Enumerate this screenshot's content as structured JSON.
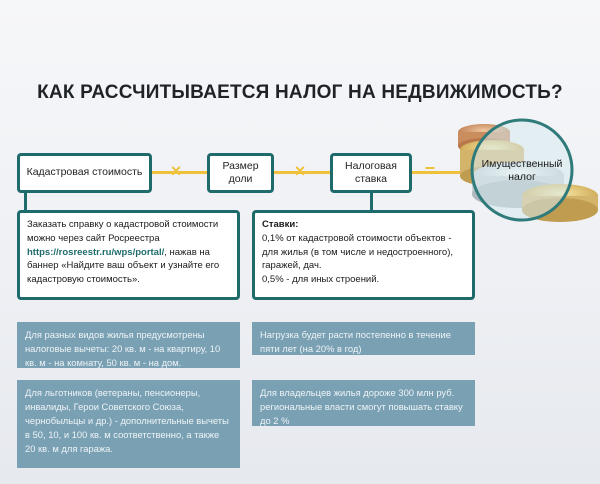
{
  "title": "КАК РАССЧИТЫВАЕТСЯ НАЛОГ НА НЕДВИЖИМОСТЬ?",
  "formula": {
    "steps": [
      {
        "label": "Кадастровая стоимость"
      },
      {
        "label": "Размер доли"
      },
      {
        "label": "Налоговая ставка"
      },
      {
        "label": "Имущественный налог"
      }
    ],
    "operators": [
      "×",
      "×",
      "="
    ]
  },
  "cadastral_info": {
    "text_before": "Заказать справку о кадастровой стоимости можно через сайт Росреестра ",
    "link": "https://rosreestr.ru/wps/portal/",
    "text_after": ", нажав на баннер «Найдите ваш объект и узнайте его кадастровую стоимость»."
  },
  "rates_info": {
    "heading": "Ставки:",
    "line1": "0,1% от кадастровой стоимости объектов - для жилья (в том числе и недостроенного), гаражей, дач.",
    "line2": "0,5% - для иных строений."
  },
  "notes": [
    {
      "text": "Для разных видов жилья предусмотрены налоговые вычеты: 20 кв. м - на квартиру, 10 кв. м - на комнату, 50 кв. м - на дом."
    },
    {
      "text": "Нагрузка будет расти постепенно в течение пяти лет (на 20% в год)"
    },
    {
      "text": "Для льготников (ветераны, пенсионеры, инвалиды, Герои Советского Союза, чернобыльцы и др.) - дополнительные вычеты в 50, 10, и 100 кв. м соответственно, а также 20 кв. м для гаража."
    },
    {
      "text": "Для владельцев жилья дороже 300 млн руб. региональные власти смогут повышать ставку до 2 %"
    }
  ],
  "colors": {
    "accent": "#1f6b6b",
    "operator": "#f0c23b",
    "note_bg": "#7aa0b3"
  }
}
